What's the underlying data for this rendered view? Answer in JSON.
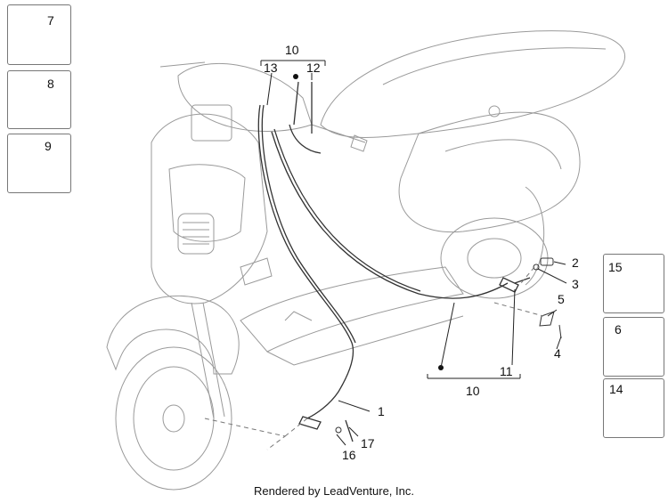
{
  "diagram": {
    "footer": "Rendered by LeadVenture, Inc.",
    "callouts": {
      "c1": "1",
      "c2": "2",
      "c3": "3",
      "c4": "4",
      "c5": "5",
      "c6": "6",
      "c7": "7",
      "c8": "8",
      "c9": "9",
      "c10_top": "10",
      "c10_bottom": "10",
      "c11": "11",
      "c12": "12",
      "c13": "13",
      "c14": "14",
      "c15": "15",
      "c16": "16",
      "c17": "17"
    },
    "icons": {
      "part7": "hose-clamp-icon",
      "part8": "spring-ring-icon",
      "part9": "band-clamp-icon",
      "part15": "adhesive-pad-icon",
      "part6": "cable-tie-icon",
      "part14": "clip-clamp-icon"
    },
    "colors": {
      "line": "#333333",
      "outline": "#9a9a9a",
      "box_border": "#777777"
    }
  }
}
